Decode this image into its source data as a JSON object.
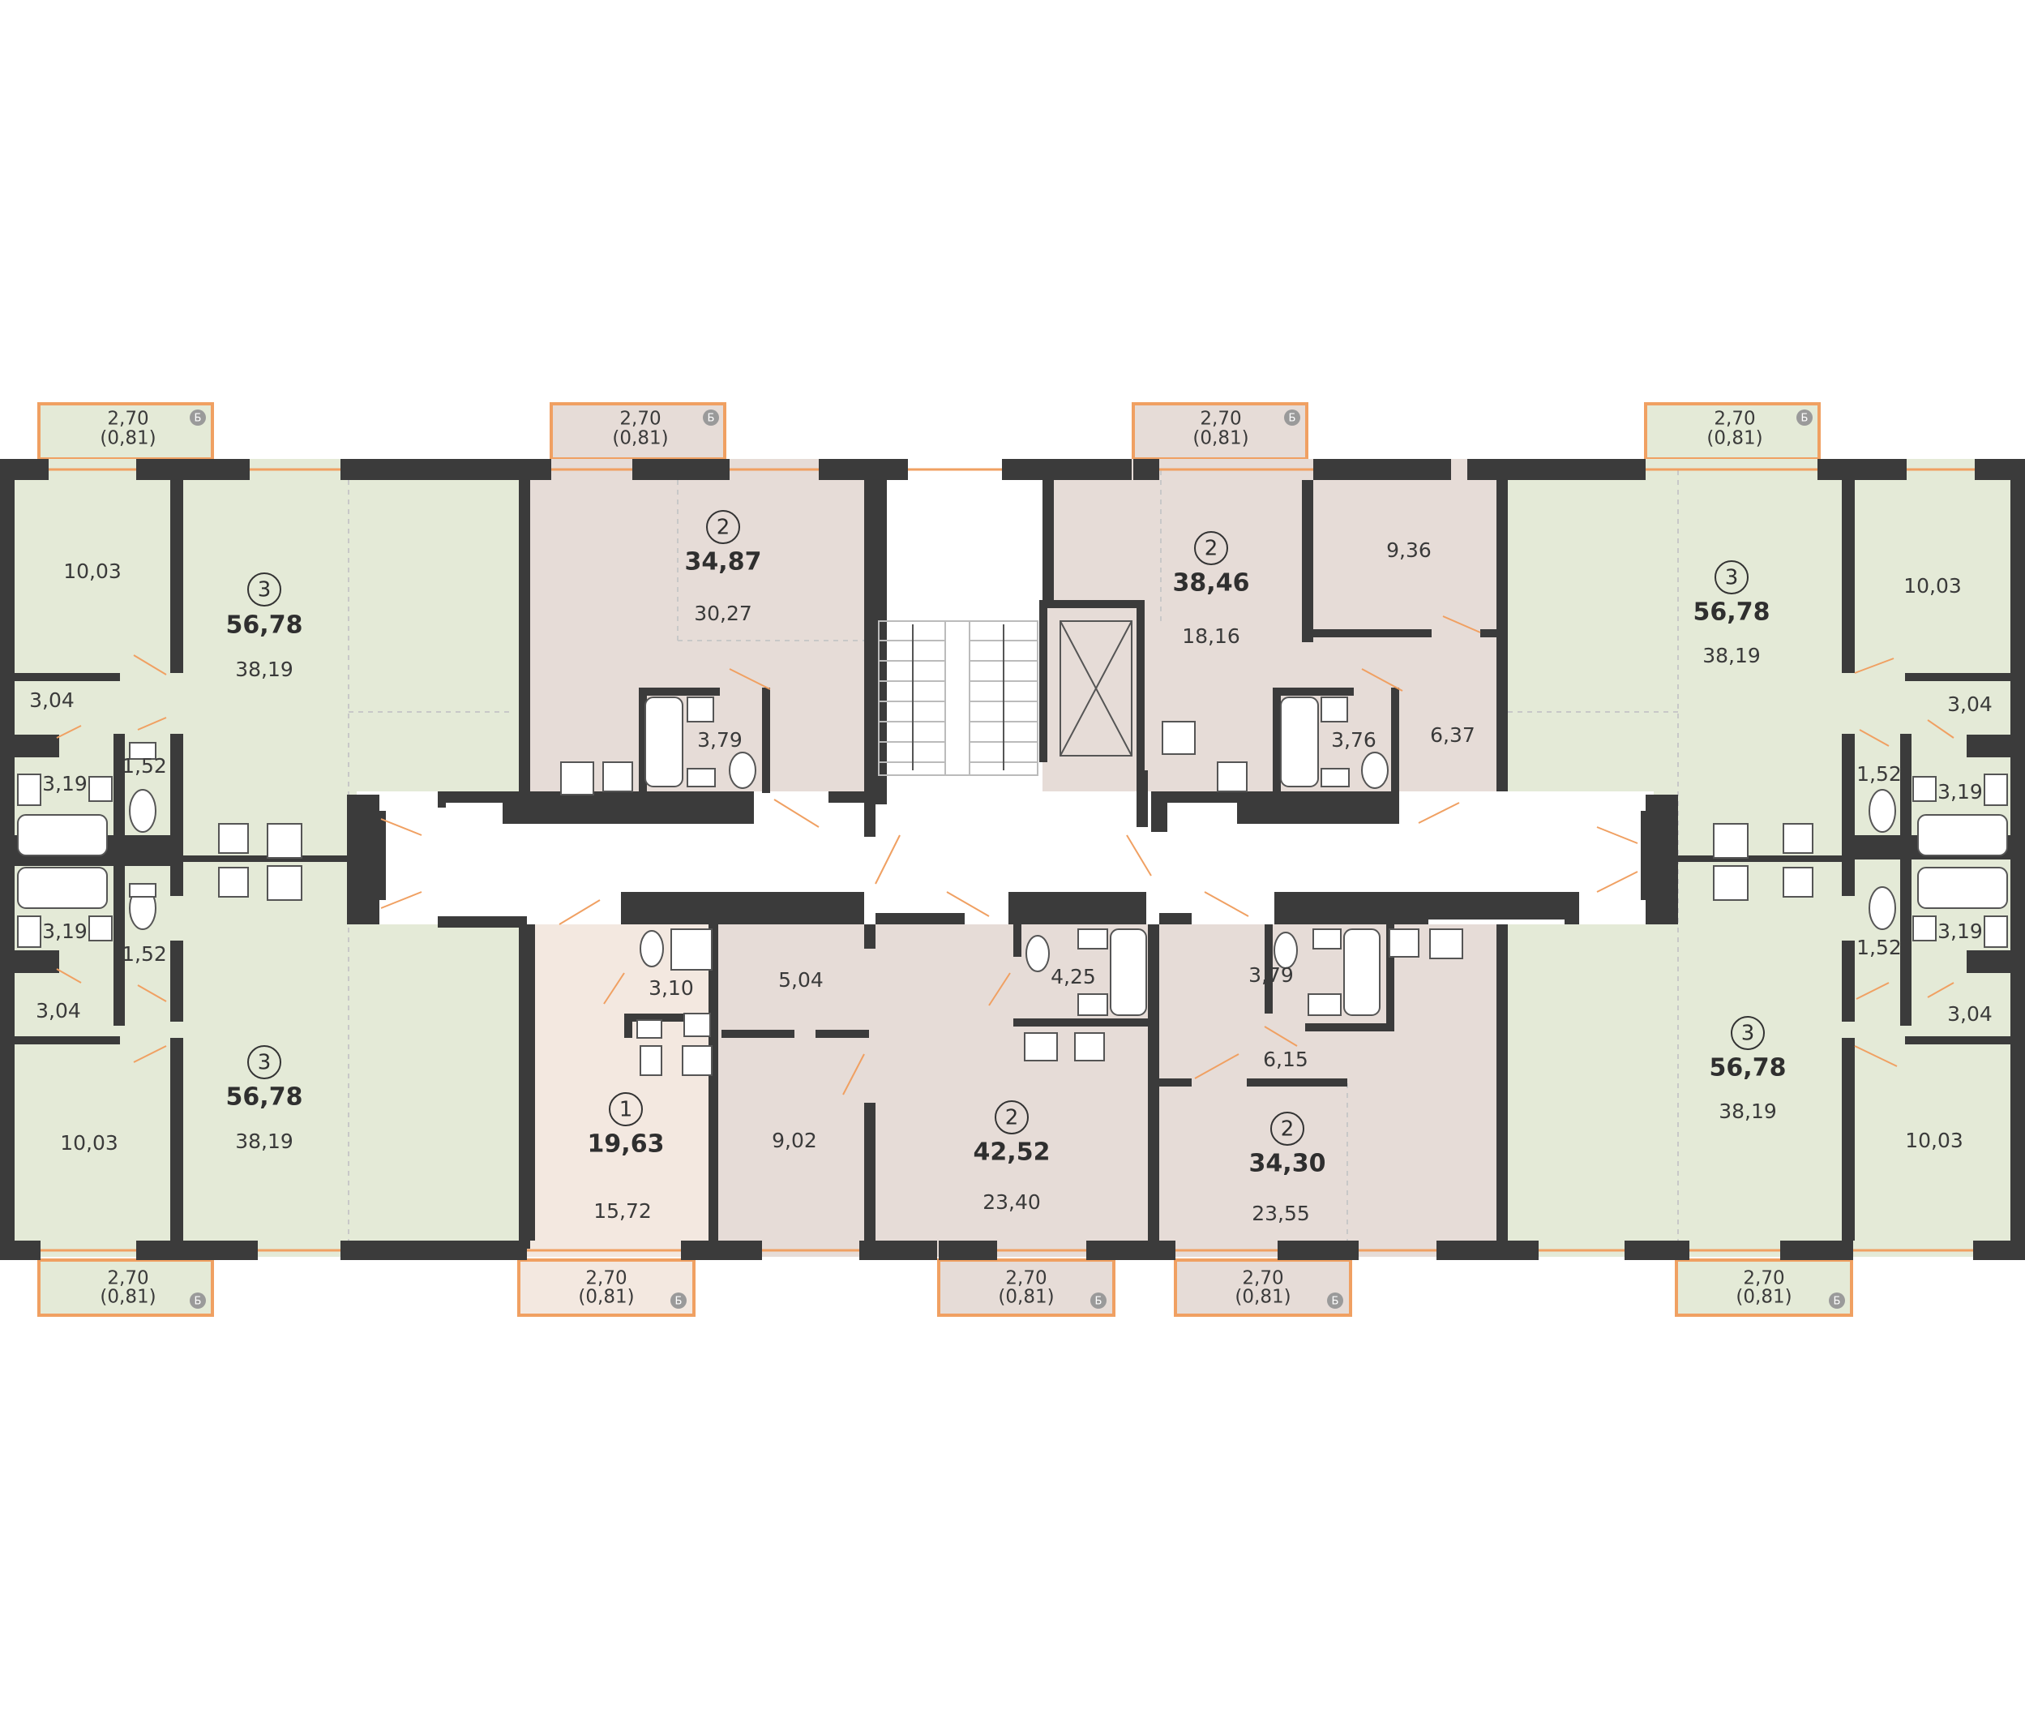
{
  "colors": {
    "wall": "#3b3b3b",
    "three_room": "#e4ead7",
    "two_room": "#e6dcd7",
    "one_room": "#f3e8e0",
    "common": "#ffffff",
    "balcony_stroke": "#f0a062",
    "door_swing": "#f0a062"
  },
  "apartments": [
    {
      "id": "apt-nw",
      "rooms": "3",
      "total": "56,78",
      "living": "38,19",
      "rooms_labels": [
        "10,03",
        "3,04",
        "3,19",
        "1,52"
      ]
    },
    {
      "id": "apt-sw",
      "rooms": "3",
      "total": "56,78",
      "living": "38,19",
      "rooms_labels": [
        "10,03",
        "3,04",
        "3,19",
        "1,52"
      ]
    },
    {
      "id": "apt-n1",
      "rooms": "2",
      "total": "34,87",
      "living": "30,27",
      "rooms_labels": [
        "3,79"
      ]
    },
    {
      "id": "apt-n2",
      "rooms": "2",
      "total": "38,46",
      "living": "18,16",
      "rooms_labels": [
        "9,36",
        "6,37",
        "3,76"
      ]
    },
    {
      "id": "apt-ne",
      "rooms": "3",
      "total": "56,78",
      "living": "38,19",
      "rooms_labels": [
        "10,03",
        "3,04",
        "3,19",
        "1,52"
      ]
    },
    {
      "id": "apt-se",
      "rooms": "3",
      "total": "56,78",
      "living": "38,19",
      "rooms_labels": [
        "10,03",
        "3,04",
        "3,19",
        "1,52"
      ]
    },
    {
      "id": "apt-s1",
      "rooms": "1",
      "total": "19,63",
      "living": "15,72",
      "rooms_labels": [
        "3,10"
      ]
    },
    {
      "id": "apt-s2",
      "rooms": "2",
      "total": "42,52",
      "living": "23,40",
      "rooms_labels": [
        "5,04",
        "9,02",
        "4,25"
      ]
    },
    {
      "id": "apt-s3",
      "rooms": "2",
      "total": "34,30",
      "living": "23,55",
      "rooms_labels": [
        "3,79",
        "6,15"
      ]
    }
  ],
  "balcony": {
    "area": "2,70",
    "reduced": "(0,81)",
    "mark": "Б"
  }
}
